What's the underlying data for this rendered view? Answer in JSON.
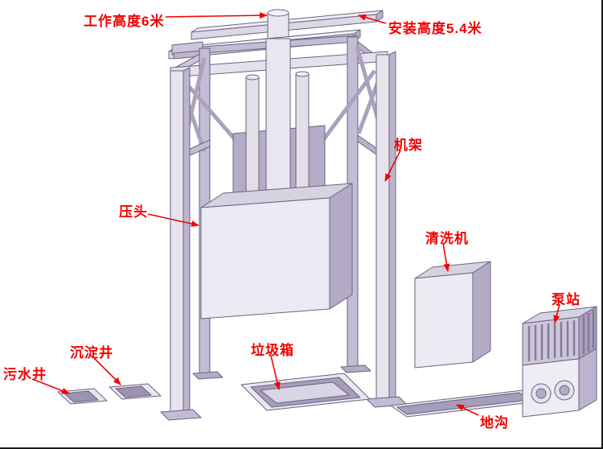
{
  "figure": {
    "type": "isometric-engineering-diagram",
    "subject_parts": [
      "vertical-press-frame",
      "hydraulic-cylinder",
      "press-head",
      "garbage-bin-pit",
      "washing-machine",
      "pump-station",
      "settling-well",
      "sewage-well",
      "ground-trench"
    ]
  },
  "colors": {
    "label_text": "#f30000",
    "arrow": "#f30000",
    "machine_light": "#eceaf2",
    "machine_mid": "#c3bcd4",
    "machine_dark": "#a9a1bd",
    "outline": "#6a6380",
    "background": "#ffffff"
  },
  "labels": [
    {
      "id": "working-height",
      "text": "工作高度6米"
    },
    {
      "id": "install-height",
      "text": "安装高度5.4米"
    },
    {
      "id": "frame",
      "text": "机架"
    },
    {
      "id": "press-head",
      "text": "压头"
    },
    {
      "id": "washing-machine",
      "text": "清洗机"
    },
    {
      "id": "pump-station",
      "text": "泵站"
    },
    {
      "id": "settling-well",
      "text": "沉淀井"
    },
    {
      "id": "sewage-well",
      "text": "污水井"
    },
    {
      "id": "garbage-bin",
      "text": "垃圾箱"
    },
    {
      "id": "trench",
      "text": "地沟"
    }
  ]
}
